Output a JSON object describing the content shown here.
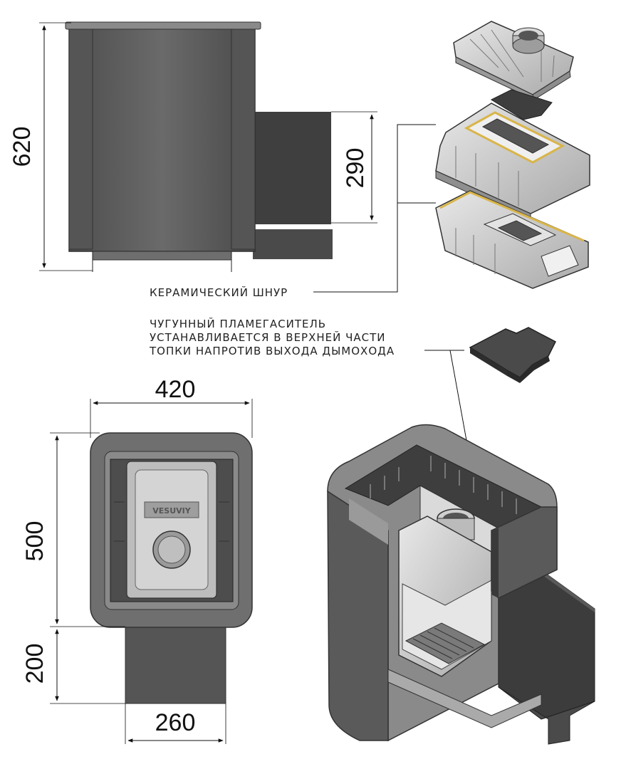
{
  "dimensions": {
    "height": "620",
    "chimney_height": "290",
    "width": "420",
    "depth": "500",
    "tunnel_length": "200",
    "tunnel_width": "260"
  },
  "labels": {
    "ceramic_cord": "КЕРАМИЧЕСКИЙ ШНУР",
    "flame_arrester": [
      "ЧУГУННЫЙ ПЛАМЕГАСИТЕЛЬ",
      "УСТАНАВЛИВАЕТСЯ В ВЕРХНЕЙ ЧАСТИ",
      "ТОПКИ НАПРОТИВ ВЫХОДА ДЫМОХОДА"
    ]
  },
  "door": {
    "brand": "VESUVIY"
  },
  "colors": {
    "body": "#5b5b5b",
    "body_light": "#767676",
    "cast_iron": "#cfcfcf",
    "cord": "#d9b54a"
  }
}
